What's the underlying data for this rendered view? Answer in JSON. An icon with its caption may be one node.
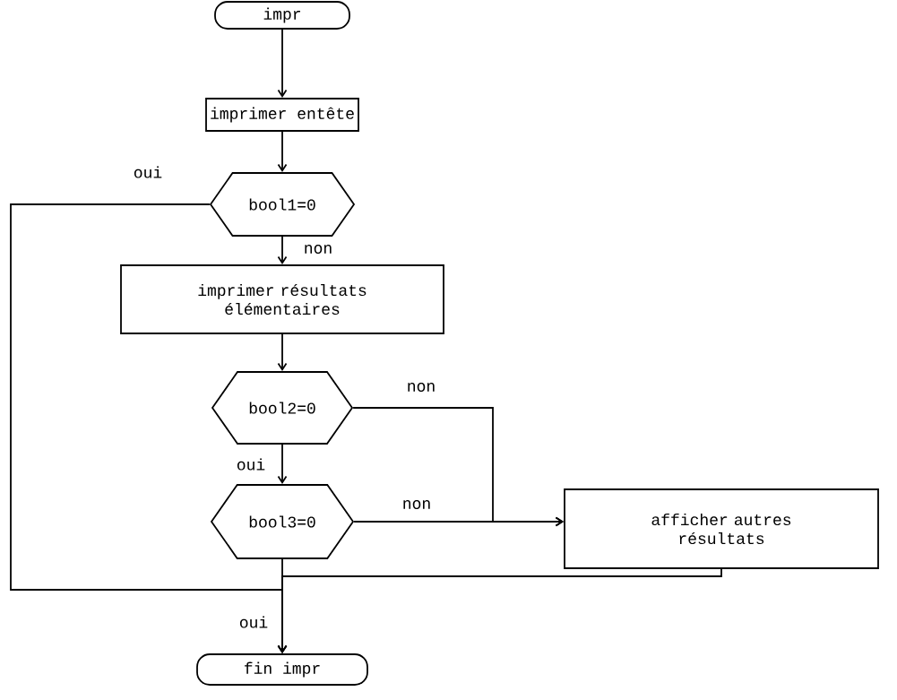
{
  "diagram": {
    "nodes": [
      {
        "text": [
          "impr"
        ]
      },
      {
        "text": [
          "imprimer entête"
        ]
      },
      {
        "text": [
          "bool1=0"
        ]
      },
      {
        "text": [
          "imprimer résultats élémentaires"
        ]
      },
      {
        "text": [
          "bool2=0"
        ]
      },
      {
        "text": [
          "bool3=0"
        ]
      },
      {
        "text": [
          "afficher autres résultats"
        ]
      },
      {
        "text": [
          "fin impr"
        ]
      }
    ],
    "edges": [
      {
        "from": 0,
        "to": 1,
        "arrow": "to"
      },
      {
        "from": 1,
        "to": 2,
        "arrow": "to"
      },
      {
        "from": 2,
        "to": 3,
        "arrow": "to",
        "label": "non"
      },
      {
        "from": 2,
        "to": 7,
        "arrow": "to",
        "label": "oui"
      },
      {
        "from": 3,
        "to": 4,
        "arrow": "to"
      },
      {
        "from": 4,
        "to": 5,
        "arrow": "to",
        "label": "oui"
      },
      {
        "from": 4,
        "to": 6,
        "arrow": "to",
        "label": "non"
      },
      {
        "from": 5,
        "to": 6,
        "arrow": "to",
        "label": "non"
      },
      {
        "from": 5,
        "to": 7,
        "arrow": "to",
        "label": "oui"
      },
      {
        "from": 6,
        "to": 7,
        "arrow": "to"
      }
    ]
  }
}
